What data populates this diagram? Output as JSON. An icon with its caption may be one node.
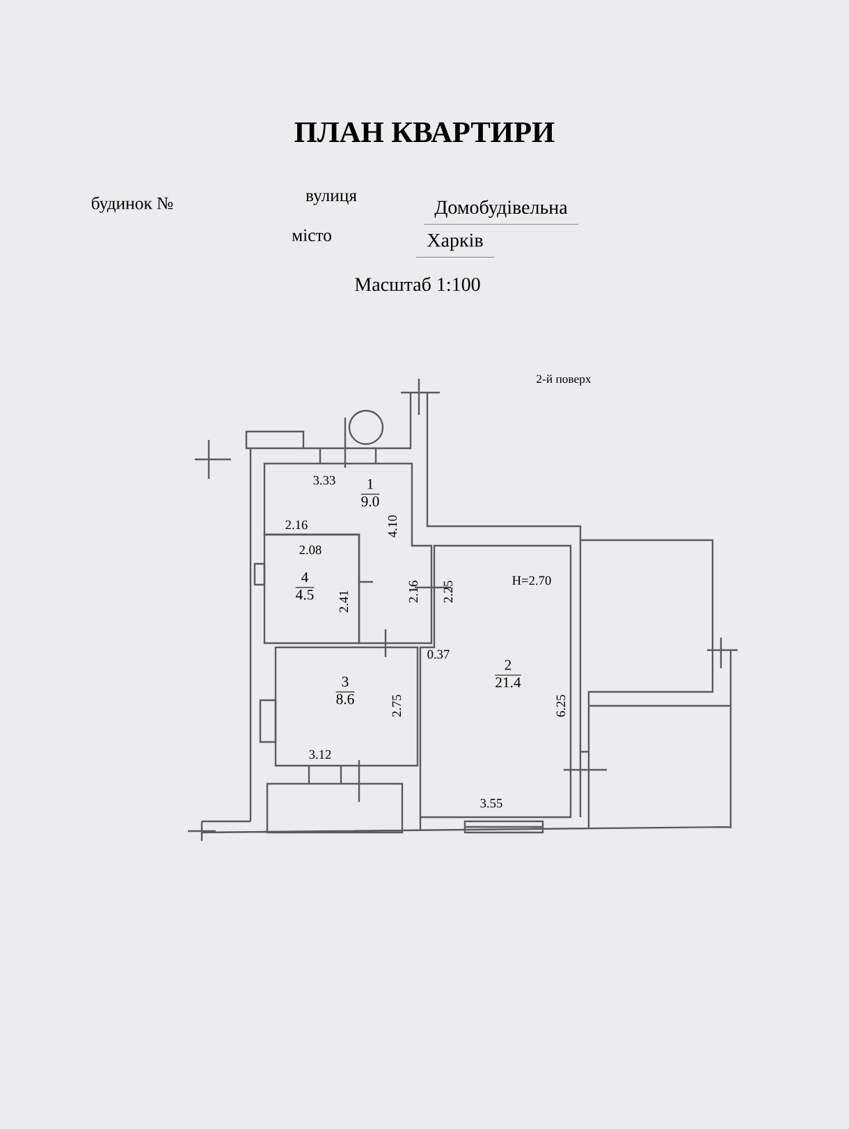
{
  "diagram": {
    "title": "ПЛАН КВАРТИРИ",
    "nodes": [
      {
        "text": [
          "1",
          "9.0"
        ]
      },
      {
        "text": [
          "2",
          "21.4"
        ]
      },
      {
        "text": [
          "3",
          "8.6"
        ]
      },
      {
        "text": [
          "4",
          "4.5"
        ]
      }
    ],
    "labels": [
      "будинок №",
      "вулиця",
      "Домобудівельна",
      "місто",
      "Харків",
      "Масштаб 1:100",
      "2-й поверх",
      "3.33",
      "2.16",
      "4.10",
      "2.08",
      "2.41",
      "2.16",
      "2.25",
      "H=2.70",
      "0.37",
      "2.75",
      "6.25",
      "3.12",
      "3.55"
    ]
  }
}
